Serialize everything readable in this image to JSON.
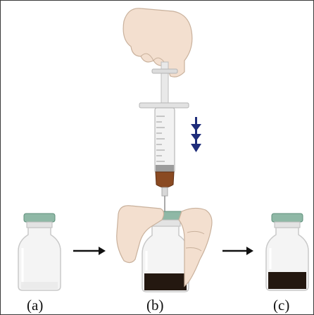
{
  "labels": {
    "a": "(a)",
    "b": "(b)",
    "c": "(c)"
  },
  "colors": {
    "cap": "#8fb8a6",
    "cap_dark": "#5f8f7b",
    "glass_edge": "#c9c9c9",
    "glass_fill": "#f4f4f4",
    "powder": "#241810",
    "liquid": "#8a4a22",
    "arrow": "#111111",
    "dose_arrow": "#1f2d7a",
    "skin": "#f3dfcf",
    "skin_edge": "#c9b19c"
  },
  "icons": {
    "syringe": "syringe-icon",
    "hand": "hand-icon",
    "vial": "vial-icon",
    "process_arrow": "arrow-right-icon",
    "push_arrow": "arrow-down-icon"
  }
}
